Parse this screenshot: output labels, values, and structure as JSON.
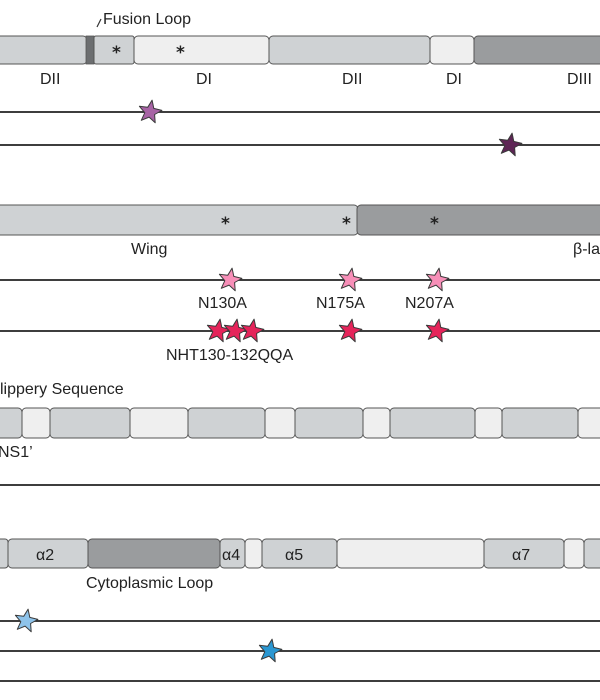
{
  "colors": {
    "light": "#efefef",
    "mid": "#cfd2d4",
    "dark": "#9a9c9e",
    "stroke": "#555555",
    "purple_light": "#a763a5",
    "purple_dark": "#5e2555",
    "pink_light": "#f78fb8",
    "pink_dark": "#e5245a",
    "blue_light": "#8ec3ea",
    "blue_dark": "#2a97d2"
  },
  "section1": {
    "fusion_loop_label": "Fusion Loop",
    "domains": [
      {
        "label": "DII",
        "shade": "mid"
      },
      {
        "label": "DI",
        "shade": "light"
      },
      {
        "label": "DII",
        "shade": "mid"
      },
      {
        "label": "DI",
        "shade": "light"
      },
      {
        "label": "DIII",
        "shade": "dark"
      }
    ],
    "asterisk_1": "*",
    "asterisk_2": "*"
  },
  "section2": {
    "domains": [
      {
        "label": "Wing",
        "shade": "mid"
      },
      {
        "label": "β-la",
        "shade": "dark"
      }
    ],
    "asterisks": [
      "*",
      "*",
      "*"
    ],
    "mutations_single": [
      "N130A",
      "N175A",
      "N207A"
    ],
    "mutation_triple": "NHT130-132QQA"
  },
  "section3": {
    "slippery_label": "lippery Sequence",
    "ns1_label": "NS1’"
  },
  "section4": {
    "helices": [
      "α2",
      "α4",
      "α5",
      "α7"
    ],
    "cyto_loop_label": "Cytoplasmic Loop"
  }
}
